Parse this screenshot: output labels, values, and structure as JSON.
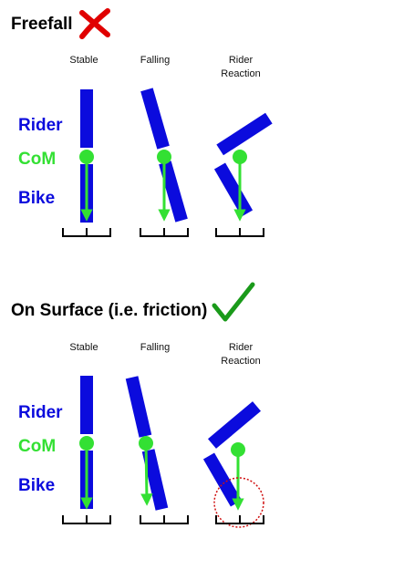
{
  "colors": {
    "body": "#0b0bdd",
    "com": "#33e033",
    "cross": "#e00000",
    "check": "#1a9a1a",
    "circle": "#d01010",
    "ink": "#000000"
  },
  "sections": [
    {
      "title": "Freefall",
      "status_icon": "cross-icon",
      "columns": [
        "Stable",
        "Falling",
        "Rider\nReaction"
      ],
      "side_labels": {
        "rider": "Rider",
        "com": "CoM",
        "bike": "Bike"
      }
    },
    {
      "title": "On Surface (i.e. friction)",
      "status_icon": "check-icon",
      "columns": [
        "Stable",
        "Falling",
        "Rider\nReaction"
      ],
      "side_labels": {
        "rider": "Rider",
        "com": "CoM",
        "bike": "Bike"
      }
    }
  ]
}
